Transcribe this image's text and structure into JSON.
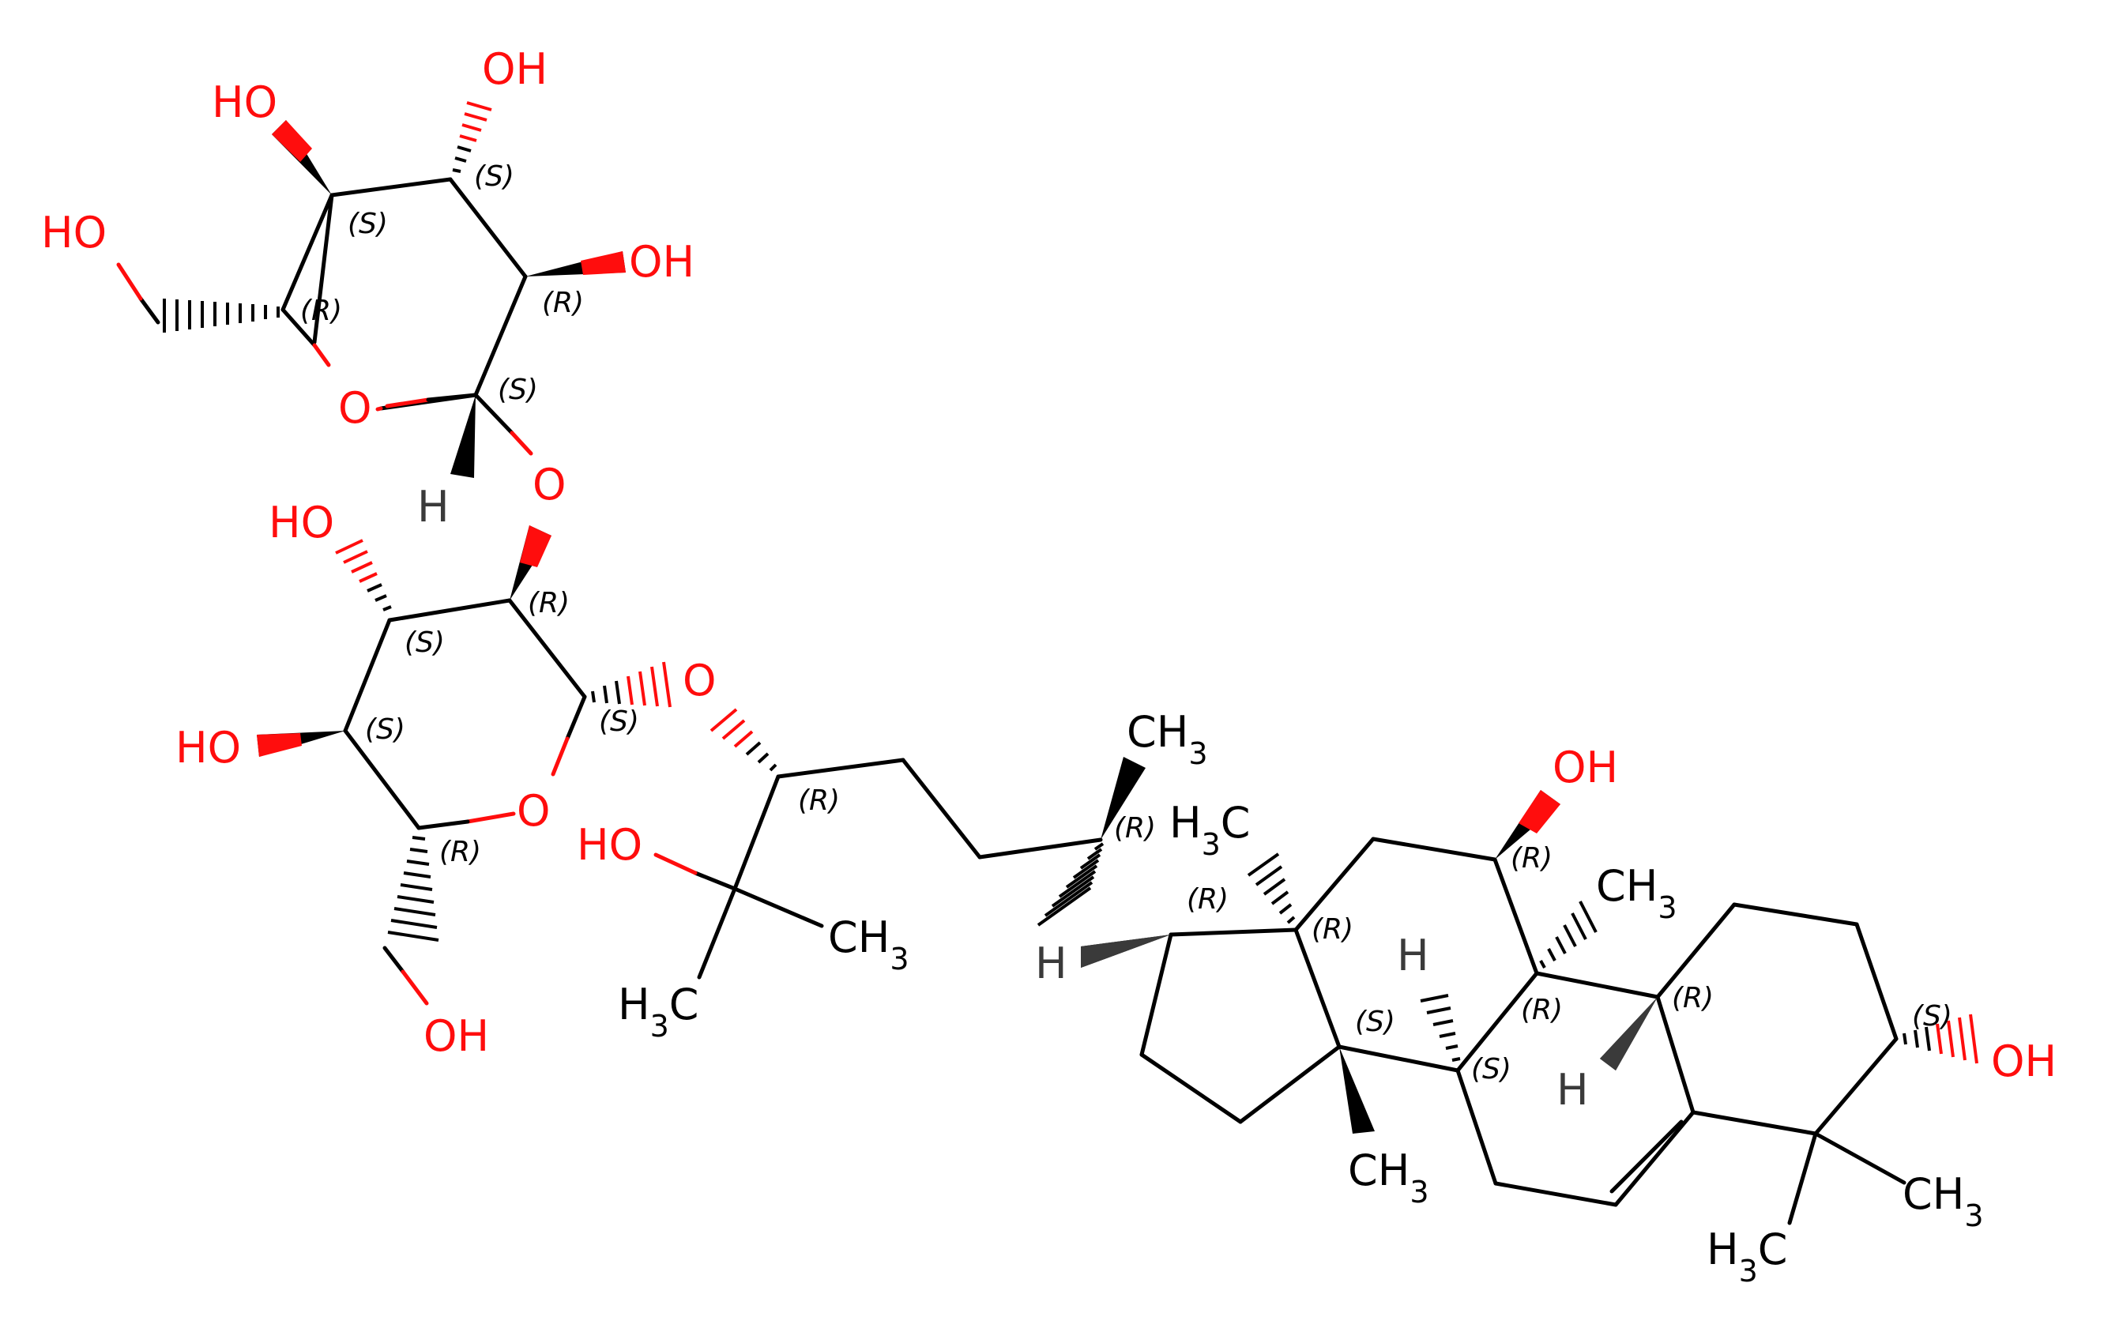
{
  "colors": {
    "carbon": "#000000",
    "oxygen": "#ff0d0d",
    "background": "#ffffff"
  },
  "atoms": {
    "oh_top": "OH",
    "ho_upper_left": "HO",
    "ho_ch2_top": "HO",
    "oh_c2_top": "OH",
    "o_ring_top": "O",
    "h_anomeric": "H",
    "o_glycosidic": "O",
    "ho_c3_bottom": "HO",
    "o_link": "O",
    "ho_c4_bottom": "HO",
    "o_ring_bottom": "O",
    "oh_ch2_bottom": "OH",
    "ho_tertiary": "HO",
    "ch3_tertiary_a": "CH3",
    "h3c_tertiary_b": "H3C",
    "ch3_side_chain": "CH3",
    "h3c_c13": "H3C",
    "h_c17": "H",
    "oh_c11": "OH",
    "ch3_c9": "CH3",
    "h_c8": "H",
    "h_c10": "H",
    "ch3_c14": "CH3",
    "oh_c3": "OH",
    "ch3_c4_a": "CH3",
    "h3c_c4_b": "H3C"
  },
  "stereo_labels": {
    "s1": "(S)",
    "s2": "(S)",
    "r1": "(R)",
    "r2": "(R)",
    "s3": "(S)",
    "r3": "(R)",
    "s4": "(S)",
    "s5": "(S)",
    "s6": "(S)",
    "r4": "(R)",
    "r5": "(R)",
    "r6": "(R)",
    "r7": "(R)",
    "r8": "(R)",
    "s7": "(S)",
    "r9": "(R)",
    "r10": "(R)",
    "s8": "(S)",
    "r11": "(R)",
    "s9": "(S)"
  }
}
